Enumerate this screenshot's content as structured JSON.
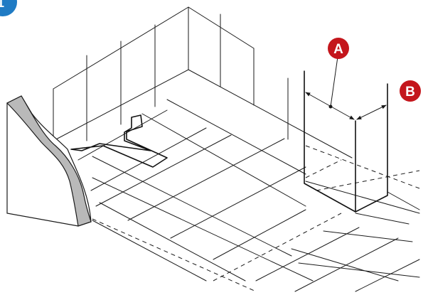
{
  "step": {
    "number": "1"
  },
  "callouts": [
    {
      "letter": "A"
    },
    {
      "letter": "B"
    }
  ],
  "colors": {
    "step_badge": "#1f7bc4",
    "callout": "#c4161c",
    "wall_cut": "#b9b9b9",
    "line": "#1a1a1a"
  },
  "icons": [
    "dimension-arrow-icon"
  ]
}
